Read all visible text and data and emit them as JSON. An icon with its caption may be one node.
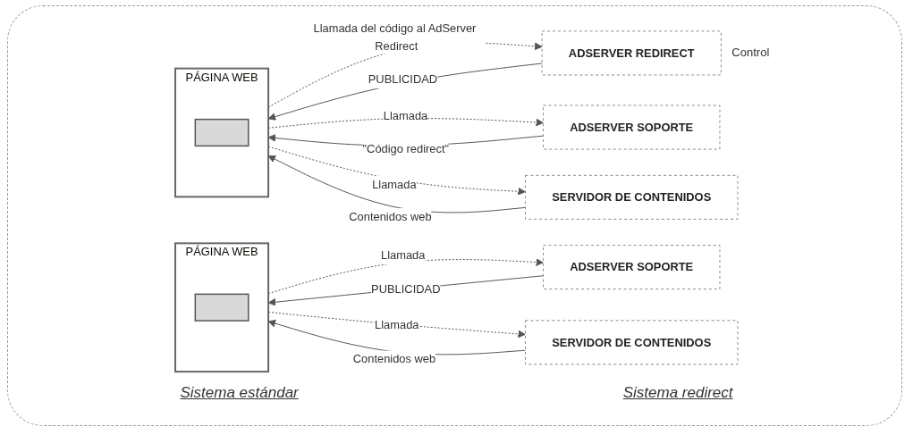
{
  "diagram": {
    "nodes": [
      {
        "text": [
          "PÁGINA WEB"
        ]
      },
      {
        "text": [],
        "shape": "box",
        "in": 0
      },
      {
        "text": [
          "ADSERVER SOPORTE"
        ]
      },
      {
        "text": [
          "SERVIDOR DE CONTENIDOS"
        ]
      },
      {
        "text": [
          "PÁGINA WEB"
        ]
      },
      {
        "text": [],
        "shape": "box",
        "in": 4
      },
      {
        "text": [
          "ADSERVER REDIRECT"
        ],
        "beside": [
          "Control"
        ]
      },
      {
        "text": [
          "ADSERVER SOPORTE"
        ]
      },
      {
        "text": [
          "SERVIDOR DE CONTENIDOS"
        ]
      }
    ],
    "edges": [
      {
        "from": 2,
        "to": 0,
        "arrow": "to",
        "label": "PUBLICIDAD"
      },
      {
        "from": 0,
        "to": 2,
        "arrow": "to",
        "style": "dashed",
        "label": "Llamada"
      },
      {
        "from": 3,
        "to": 0,
        "arrow": "to",
        "label": "Contenidos web"
      },
      {
        "from": 0,
        "to": 3,
        "arrow": "to",
        "style": "dashed",
        "label": "Llamada"
      },
      {
        "from": 4,
        "to": 6,
        "arrow": "to",
        "style": "dashed",
        "label": "Llamada del código al AdServer Redirect"
      },
      {
        "from": 6,
        "to": 4,
        "arrow": "to",
        "label": "PUBLICIDAD"
      },
      {
        "from": 7,
        "to": 4,
        "arrow": "to",
        "label": "\"Código redirect\""
      },
      {
        "from": 4,
        "to": 7,
        "arrow": "to",
        "style": "dashed",
        "label": "Llamada"
      },
      {
        "from": 8,
        "to": 4,
        "arrow": "to",
        "label": "Contenidos web"
      },
      {
        "from": 4,
        "to": 8,
        "arrow": "to",
        "style": "dashed",
        "label": "Llamada"
      }
    ],
    "labels": [
      "Sistema estándar",
      "Sistema redirect"
    ]
  }
}
